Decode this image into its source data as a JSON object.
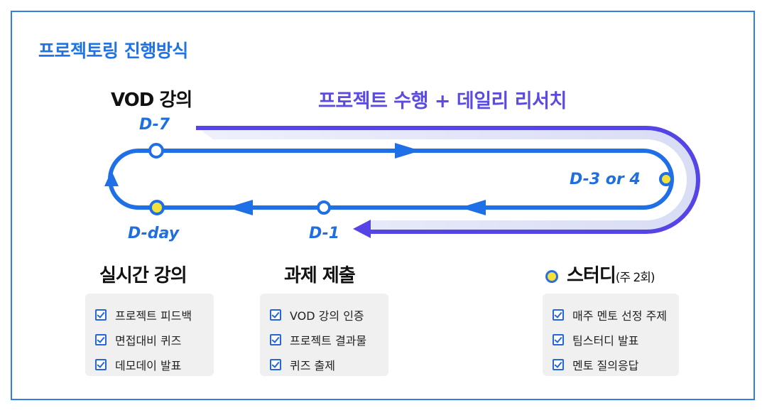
{
  "title": "프로젝토링 진행방식",
  "research_label": "프로젝트 수행 + 데일리 리서치",
  "stages": {
    "vod": "VOD 강의",
    "live": "실시간 강의",
    "assignment": "과제 제출",
    "study": "스터디",
    "study_note": "(주 2회)"
  },
  "days": {
    "d7": "D-7",
    "d3": "D-3 or 4",
    "d1": "D-1",
    "dday": "D-day"
  },
  "lists": {
    "live": [
      "프로젝트 피드백",
      "면접대비 퀴즈",
      "데모데이 발표"
    ],
    "assignment": [
      "VOD 강의 인증",
      "프로젝트 결과물",
      "퀴즈 출제"
    ],
    "study": [
      "매주 멘토 선정 주제",
      "팀스터디 발표",
      "멘토 질의응답"
    ]
  },
  "colors": {
    "accent": "#1f73e6",
    "research": "#5b4be0",
    "band_light": "#dfe3f7",
    "study_dot": "#f4e13a"
  }
}
